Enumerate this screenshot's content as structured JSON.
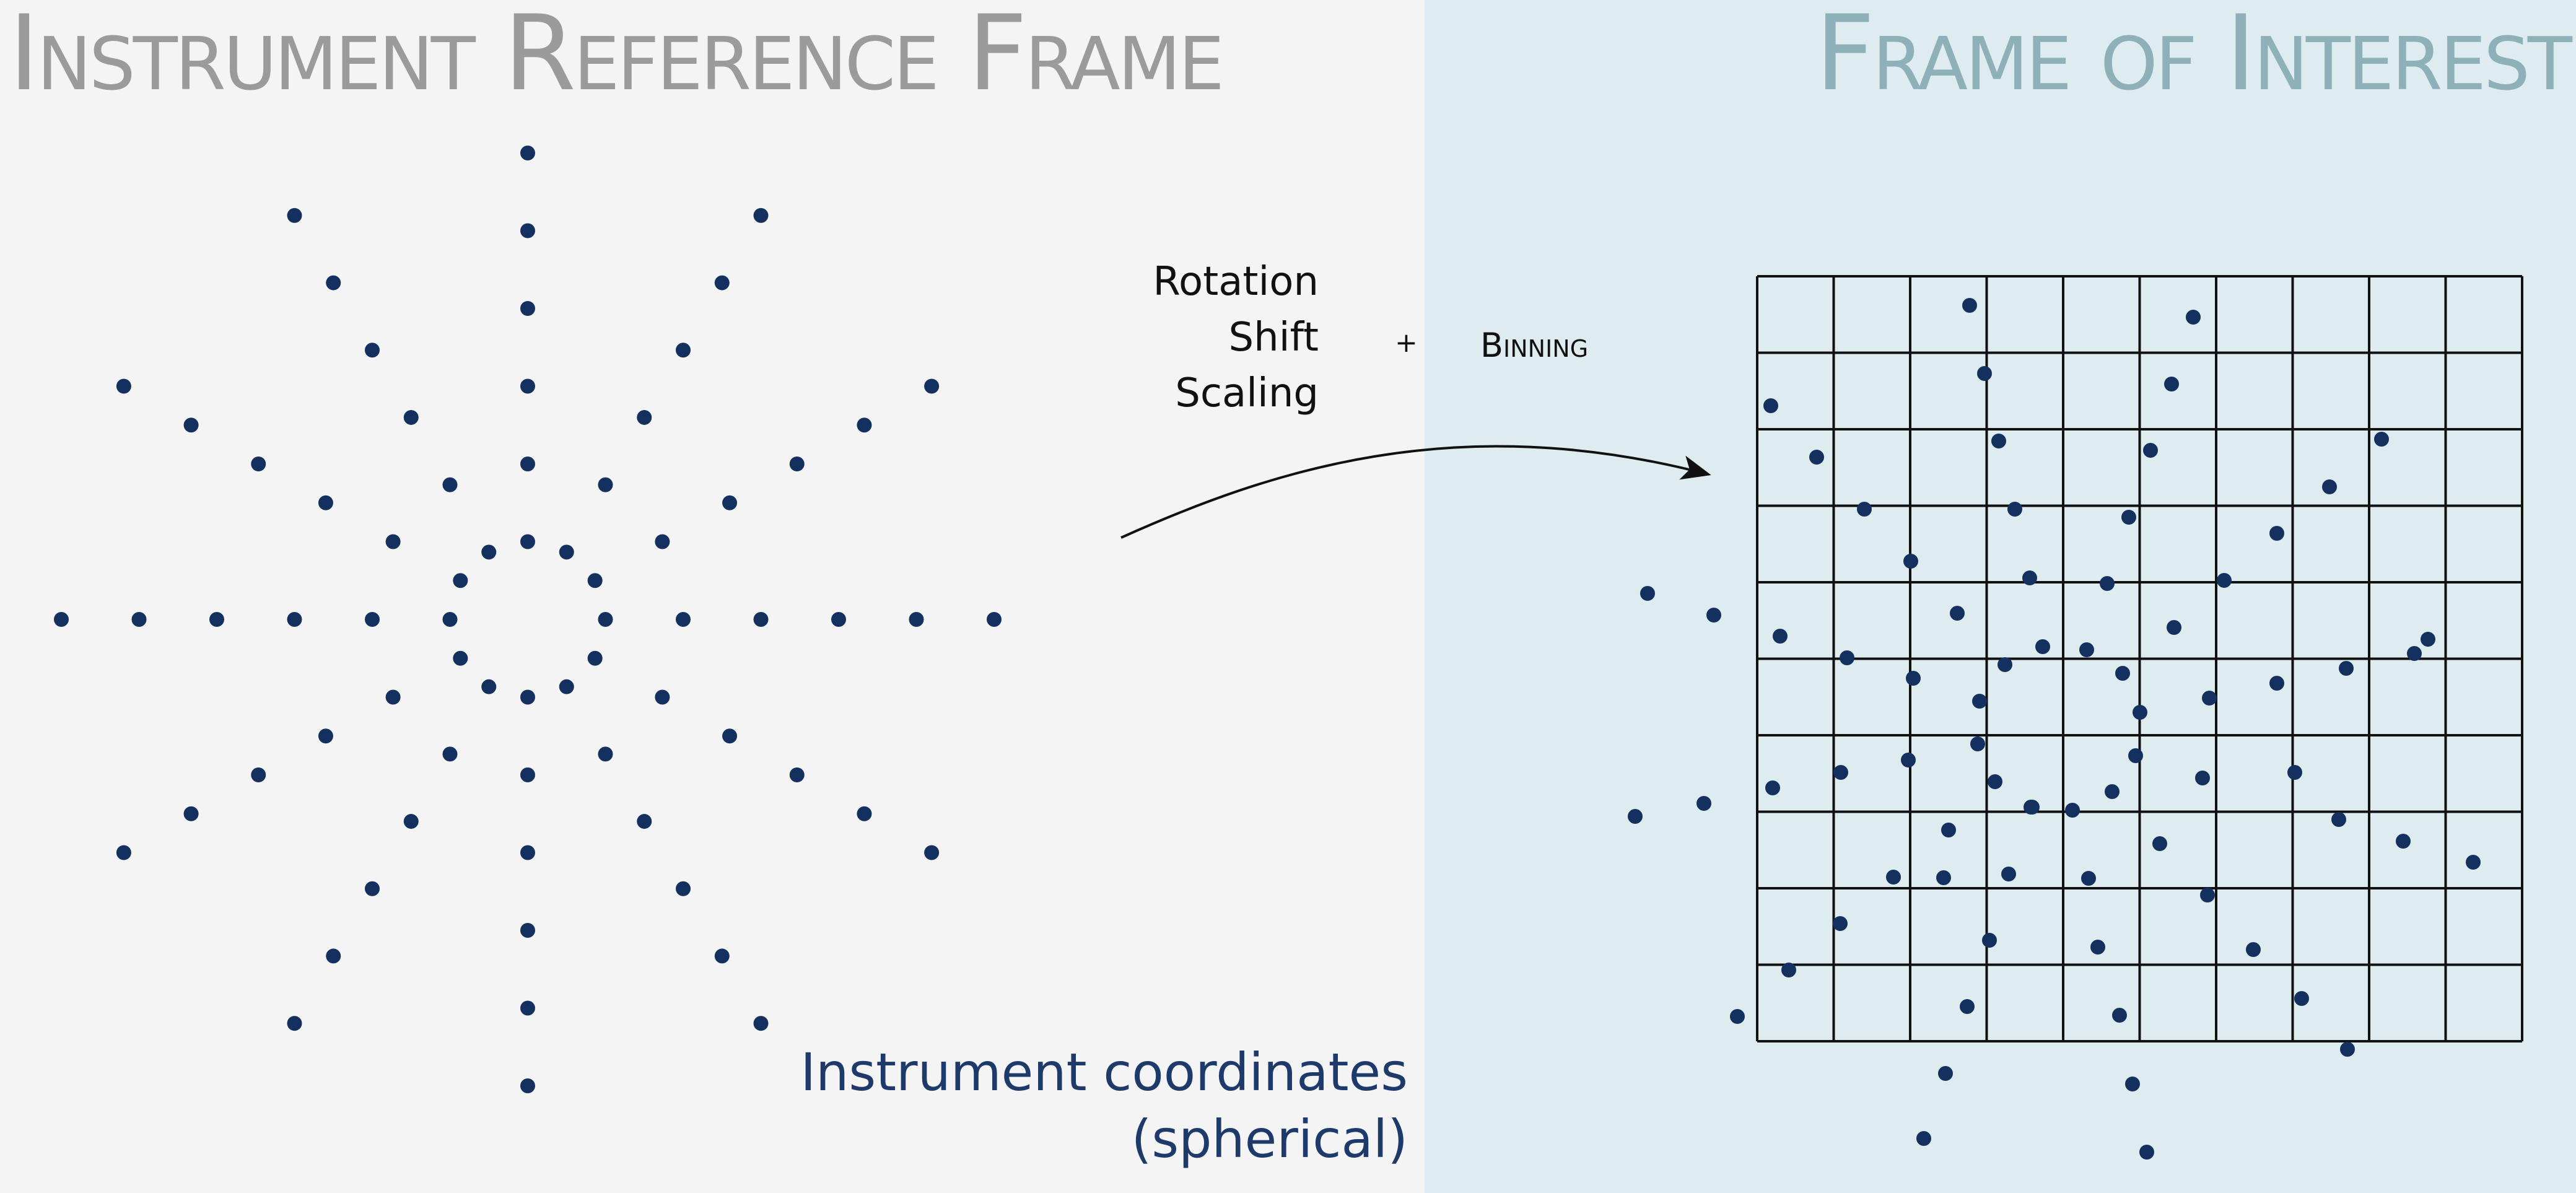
{
  "left_panel": {
    "title": "Instrument Reference Frame",
    "caption_line1": "Instrument coordinates",
    "caption_line2": "(spherical)"
  },
  "right_panel": {
    "title": "Frame of Interest"
  },
  "transform": {
    "operations": [
      "Rotation",
      "Shift",
      "Scaling"
    ],
    "plus": "+",
    "extra": "Binning"
  },
  "colors": {
    "left_bg": "#f4f4f4",
    "right_bg": "#deebef",
    "dot": "#14305e",
    "left_title": "#9b9b9b",
    "right_title": "#8eb0b8",
    "caption": "#1e3a6a",
    "grid_line": "#111111"
  },
  "grid": {
    "rows": 10,
    "cols": 10
  }
}
